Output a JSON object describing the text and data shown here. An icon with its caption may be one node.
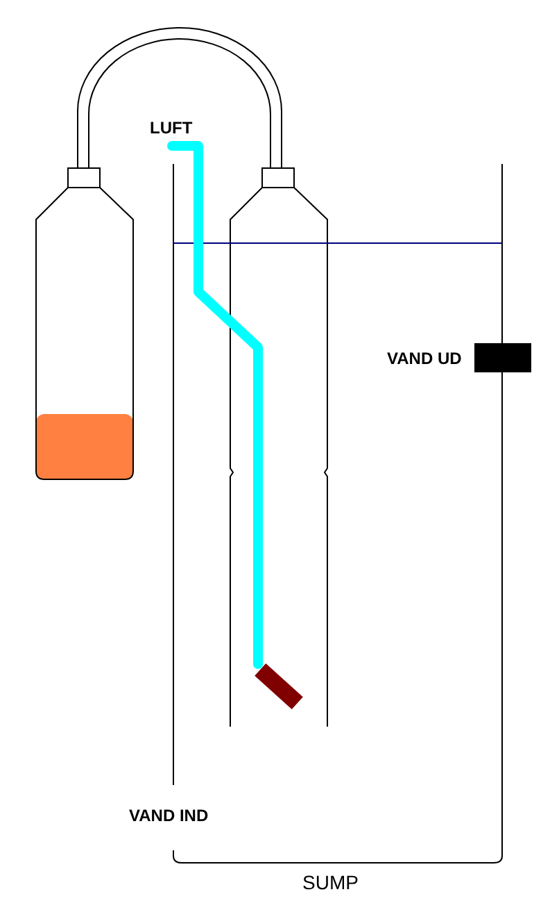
{
  "diagram": {
    "labels": [
      "LUFT",
      "VAND UD",
      "VAND IND",
      "SUMP"
    ]
  }
}
